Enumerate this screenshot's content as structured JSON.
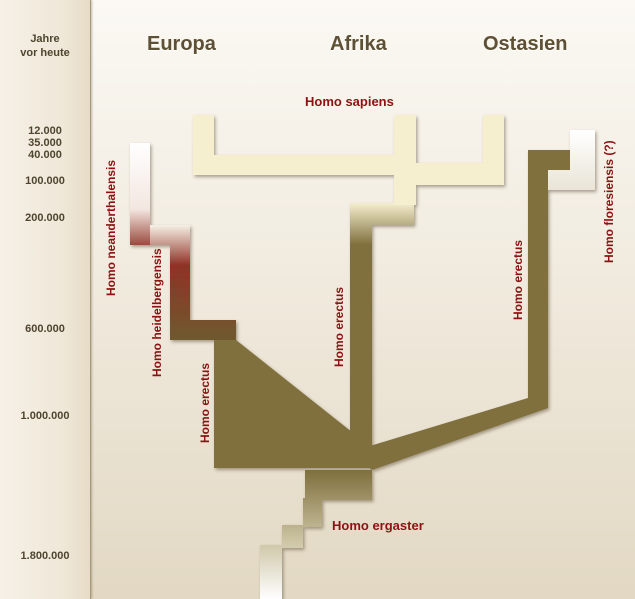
{
  "axis": {
    "title_line1": "Jahre",
    "title_line2": "vor heute",
    "years": [
      "12.000",
      "35.000",
      "40.000",
      "100.000",
      "200.000",
      "600.000",
      "1.000.000",
      "1.800.000"
    ]
  },
  "regions": {
    "europe": "Europa",
    "africa": "Afrika",
    "east_asia": "Ostasien"
  },
  "species": {
    "sapiens": "Homo sapiens",
    "neanderthalensis": "Homo neanderthalensis",
    "heidelbergensis": "Homo heidelbergensis",
    "erectus_europe": "Homo erectus",
    "erectus_africa": "Homo erectus",
    "erectus_asia": "Homo erectus",
    "floresiensis": "Homo floresiensis (?)",
    "ergaster": "Homo ergaster"
  },
  "colors": {
    "erectus_band": "#7f6f3d",
    "sapiens_band": "#f5efcf",
    "heidelbergensis_band": "#8a2d22",
    "label_red": "#8c1313"
  }
}
